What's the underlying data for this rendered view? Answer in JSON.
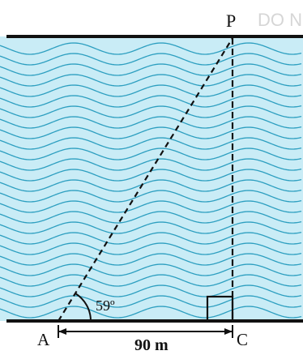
{
  "points": {
    "P": "P",
    "A": "A",
    "C": "C"
  },
  "angle_label": "59º",
  "distance_label": "90 m",
  "watermark": "DO N",
  "colors": {
    "water": "#c9ecf6",
    "waves": "#2d9fc0",
    "lines": "#111111",
    "background": "#ffffff"
  },
  "icons": {
    "right_angle": "right-angle-marker",
    "dimension_arrow": "double-headed-arrow"
  }
}
